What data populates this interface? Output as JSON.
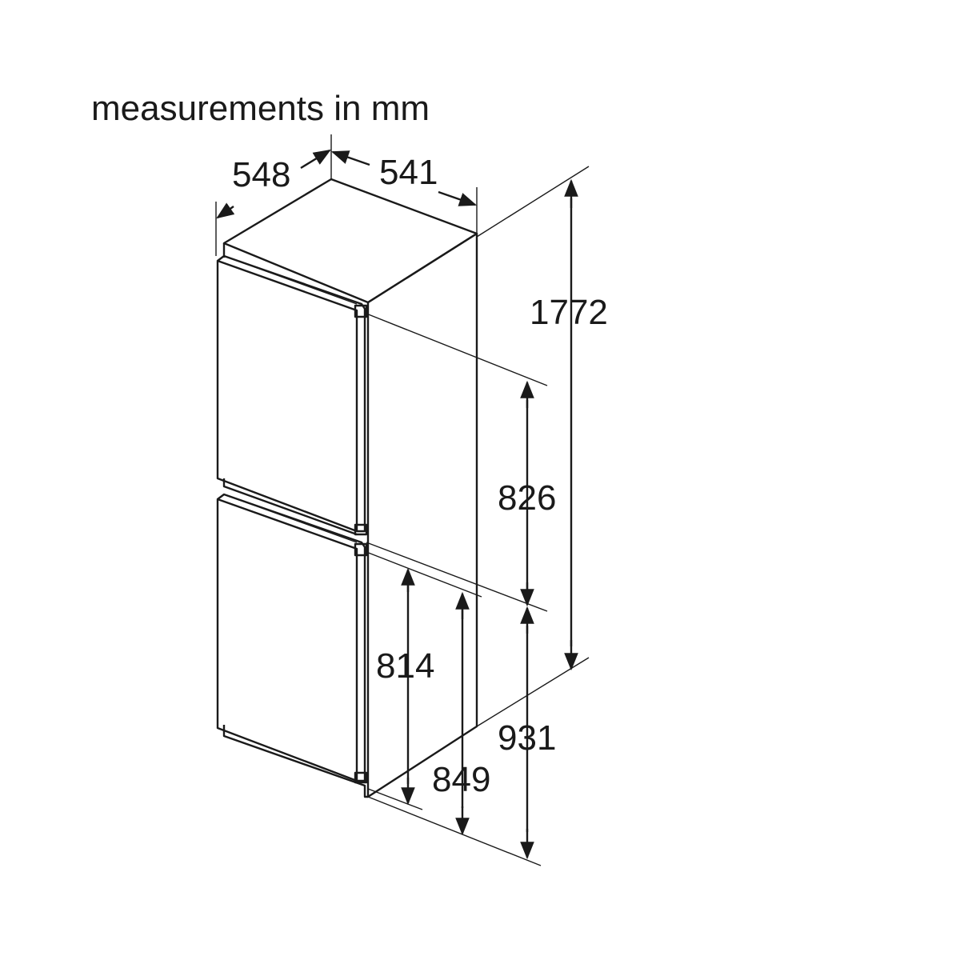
{
  "title": "measurements in mm",
  "dimensions": {
    "depth": "548",
    "width": "541",
    "total_height": "1772",
    "upper_compartment": "826",
    "lower_door": "814",
    "lower_niche": "849",
    "lower_compartment": "931"
  },
  "colors": {
    "line": "#1a1a1a",
    "background": "#ffffff"
  }
}
